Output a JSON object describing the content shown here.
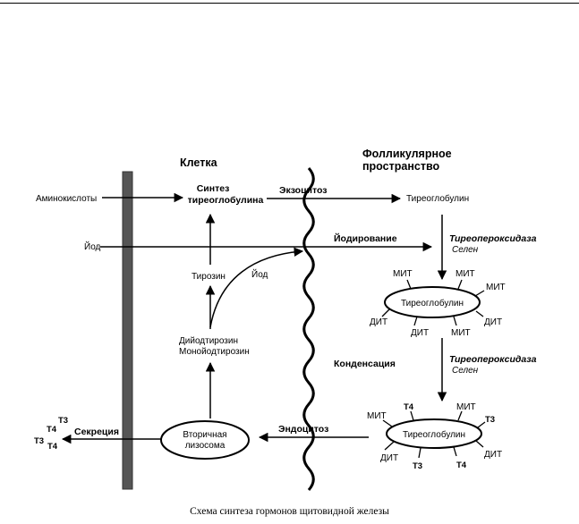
{
  "diagram": {
    "header_cell": "Клетка",
    "header_follicle_line1": "Фолликулярное",
    "header_follicle_line2": "пространство",
    "aminoacids": "Аминокислоты",
    "iodine": "Йод",
    "synthesis_line1": "Синтез",
    "synthesis_line2": "тиреоглобулина",
    "exocytosis": "Экзоцитоз",
    "thyroglobulin_top": "Тиреоглобулин",
    "iodination": "Йодирование",
    "peroxidase": "Тиреопероксидаза",
    "selenium": "Селен",
    "tyrosine": "Тирозин",
    "iodine_inner": "Йод",
    "diiodotyrosine": "Дийодтирозин",
    "monoiodotyrosine": "Монойодтирозин",
    "condensation": "Конденсация",
    "peroxidase_2": "Тиреопероксидаза",
    "selenium_2": "Селен",
    "thyroglobulin_mid": "Тиреоглобулин",
    "thyroglobulin_bottom": "Тиреоглобулин",
    "endocytosis": "Эндоцитоз",
    "lysosome_line1": "Вторичная",
    "lysosome_line2": "лизосома",
    "secretion": "Секреция",
    "mid_labels": [
      "МИТ",
      "МИТ",
      "МИТ",
      "ДИТ",
      "ДИТ",
      "ДИТ",
      "МИТ"
    ],
    "bottom_labels": [
      "МИТ",
      "Т4",
      "МИТ",
      "Т3",
      "ДИТ",
      "Т3",
      "Т4",
      "ДИТ"
    ],
    "secretion_hormones": [
      "Т3",
      "Т4",
      "Т3",
      "Т4"
    ]
  },
  "caption": "Схема синтеза гормонов щитовидной железы"
}
